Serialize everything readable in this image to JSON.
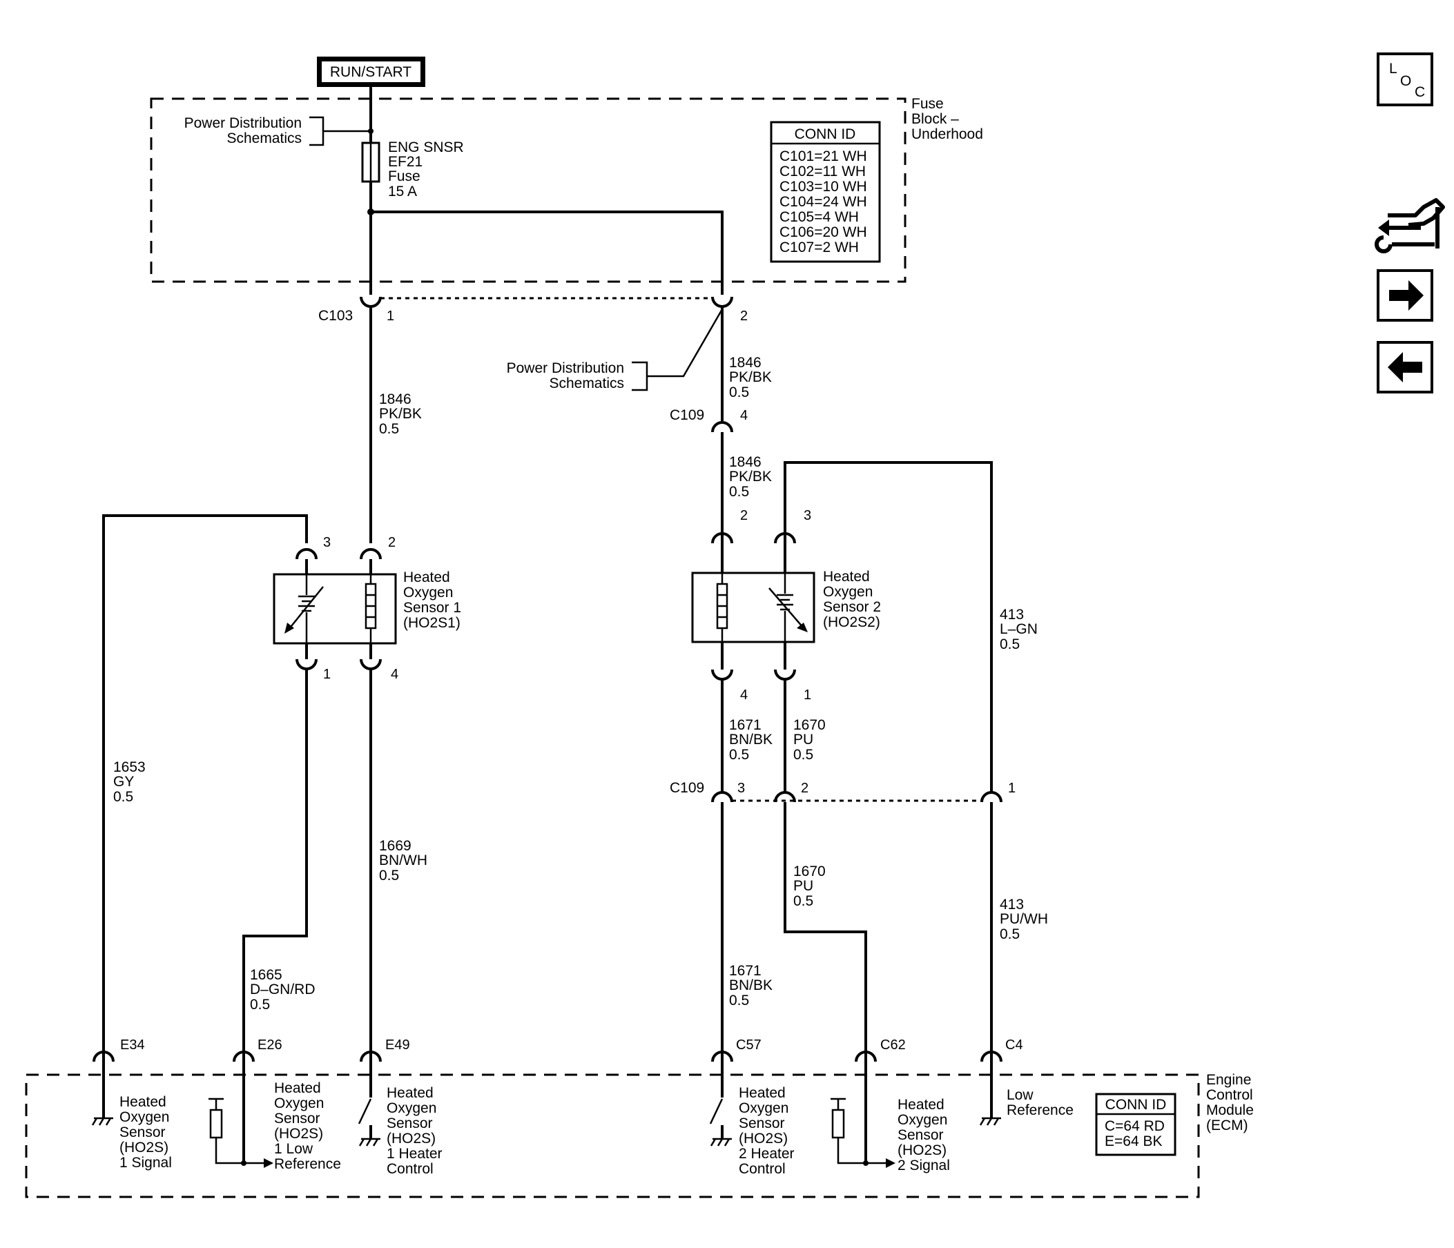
{
  "header": {
    "run_start": "RUN/START"
  },
  "fuse_block": {
    "label": [
      "Fuse",
      "Block –",
      "Underhood"
    ],
    "power_dist": [
      "Power Distribution",
      "Schematics"
    ],
    "fuse": [
      "ENG SNSR",
      "EF21",
      "Fuse",
      "15 A"
    ],
    "conn_id": {
      "title": "CONN ID",
      "items": [
        "C101=21 WH",
        "C102=11 WH",
        "C103=10 WH",
        "C104=24 WH",
        "C105=4 WH",
        "C106=20 WH",
        "C107=2 WH"
      ]
    }
  },
  "connectors": {
    "c103": "C103",
    "c109_top": "C109",
    "c109_bottom": "C109"
  },
  "pins": {
    "c103_1": "1",
    "c103_2": "2",
    "c109_4": "4",
    "s1_3": "3",
    "s1_2": "2",
    "s1_1": "1",
    "s1_4": "4",
    "s2_2": "2",
    "s2_3": "3",
    "s2_4": "4",
    "s2_1": "1",
    "c109b_3": "3",
    "c109b_2": "2",
    "c109b_1": "1",
    "e34": "E34",
    "e26": "E26",
    "e49": "E49",
    "c57": "C57",
    "c62": "C62",
    "c4": "C4"
  },
  "power_dist_mid": [
    "Power Distribution",
    "Schematics"
  ],
  "wires": {
    "w1846_a": [
      "1846",
      "PK/BK",
      "0.5"
    ],
    "w1846_b": [
      "1846",
      "PK/BK",
      "0.5"
    ],
    "w1846_c": [
      "1846",
      "PK/BK",
      "0.5"
    ],
    "w1653": [
      "1653",
      "GY",
      "0.5"
    ],
    "w1669": [
      "1669",
      "BN/WH",
      "0.5"
    ],
    "w1665": [
      "1665",
      "D–GN/RD",
      "0.5"
    ],
    "w1671_a": [
      "1671",
      "BN/BK",
      "0.5"
    ],
    "w1670_a": [
      "1670",
      "PU",
      "0.5"
    ],
    "w413_a": [
      "413",
      "L–GN",
      "0.5"
    ],
    "w1670_b": [
      "1670",
      "PU",
      "0.5"
    ],
    "w413_b": [
      "413",
      "PU/WH",
      "0.5"
    ],
    "w1671_b": [
      "1671",
      "BN/BK",
      "0.5"
    ]
  },
  "sensors": {
    "s1": [
      "Heated",
      "Oxygen",
      "Sensor 1",
      "(HO2S1)"
    ],
    "s2": [
      "Heated",
      "Oxygen",
      "Sensor 2",
      "(HO2S2)"
    ]
  },
  "ecm": {
    "label": [
      "Engine",
      "Control",
      "Module",
      "(ECM)"
    ],
    "conn_id": {
      "title": "CONN ID",
      "items": [
        "C=64 RD",
        "E=64 BK"
      ]
    },
    "e34_desc": [
      "Heated",
      "Oxygen",
      "Sensor",
      "(HO2S)",
      "1 Signal"
    ],
    "e26_desc": [
      "Heated",
      "Oxygen",
      "Sensor",
      "(HO2S)",
      "1 Low",
      "Reference"
    ],
    "e49_desc": [
      "Heated",
      "Oxygen",
      "Sensor",
      "(HO2S)",
      "1 Heater",
      "Control"
    ],
    "c57_desc": [
      "Heated",
      "Oxygen",
      "Sensor",
      "(HO2S)",
      "2 Heater",
      "Control"
    ],
    "c62_desc": [
      "Heated",
      "Oxygen",
      "Sensor",
      "(HO2S)",
      "2 Signal"
    ],
    "c4_desc": [
      "Low",
      "Reference"
    ]
  },
  "nav": {
    "loc_letters": [
      "L",
      "O",
      "C"
    ]
  },
  "icons": [
    "loc-icon",
    "component-locator-icon",
    "next-arrow-icon",
    "back-arrow-icon"
  ]
}
